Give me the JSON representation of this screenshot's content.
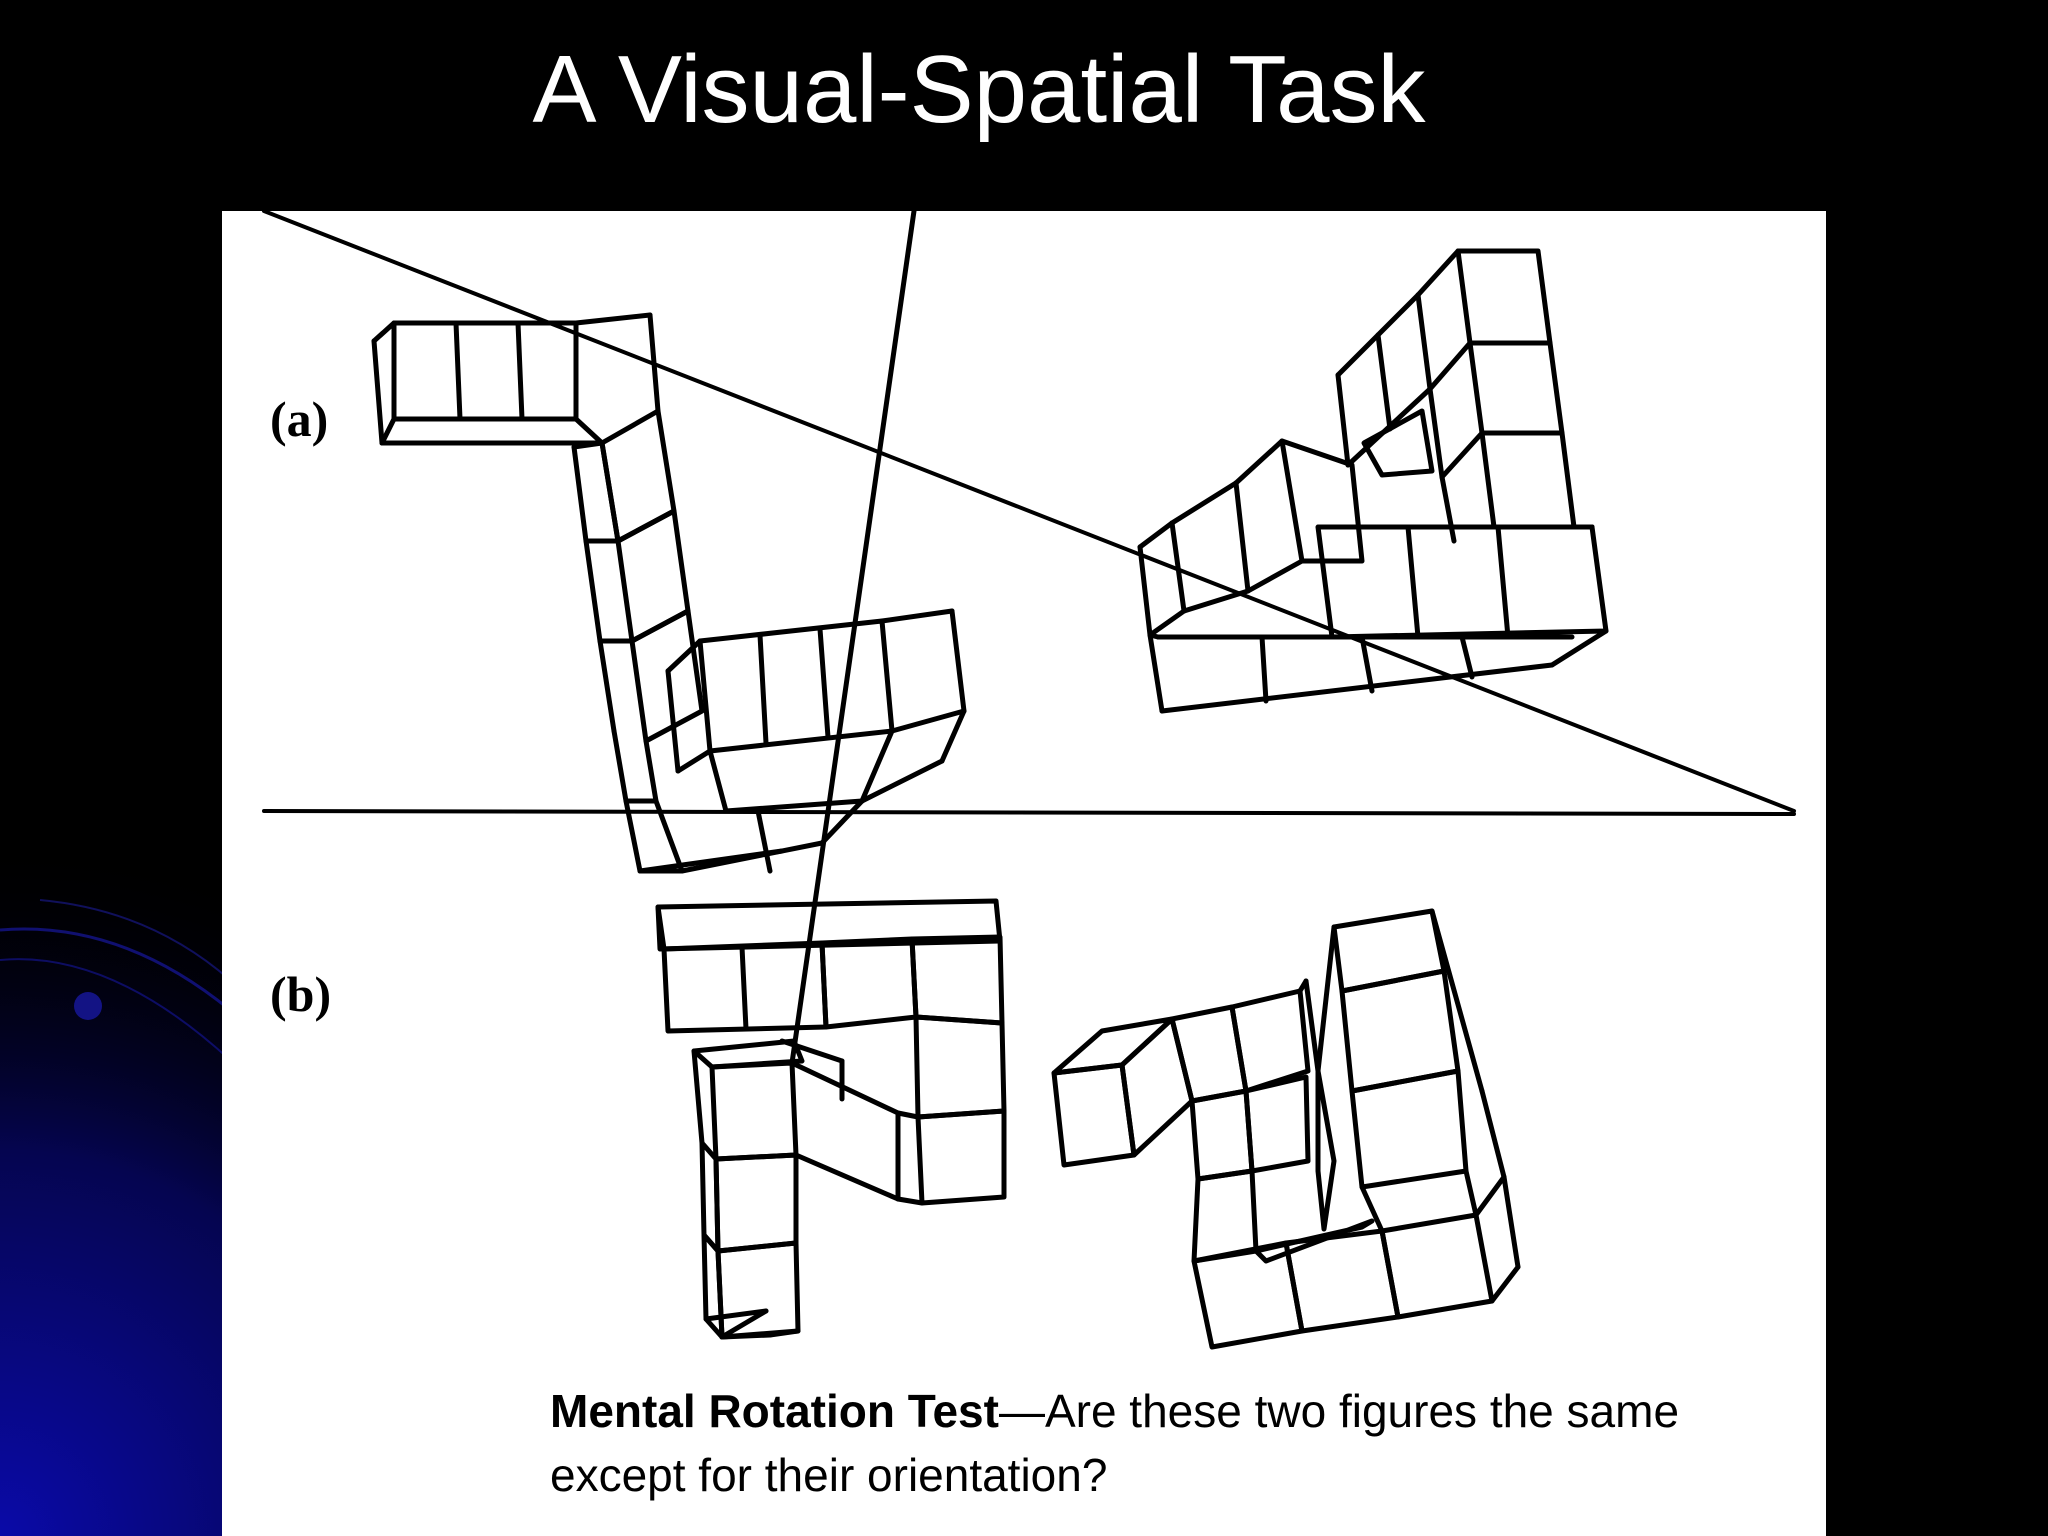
{
  "slide": {
    "title": "A Visual-Spatial Task"
  },
  "figure": {
    "label_a": "(a)",
    "label_b": "(b)",
    "caption_lead": "Mental Rotation Test",
    "caption_rest": "—Are these two figures the same except for their orientation?"
  },
  "colors": {
    "background": "#000000",
    "accent_blue": "#0a0a8c",
    "title_text": "#ffffff",
    "panel": "#ffffff",
    "ink": "#000000"
  }
}
